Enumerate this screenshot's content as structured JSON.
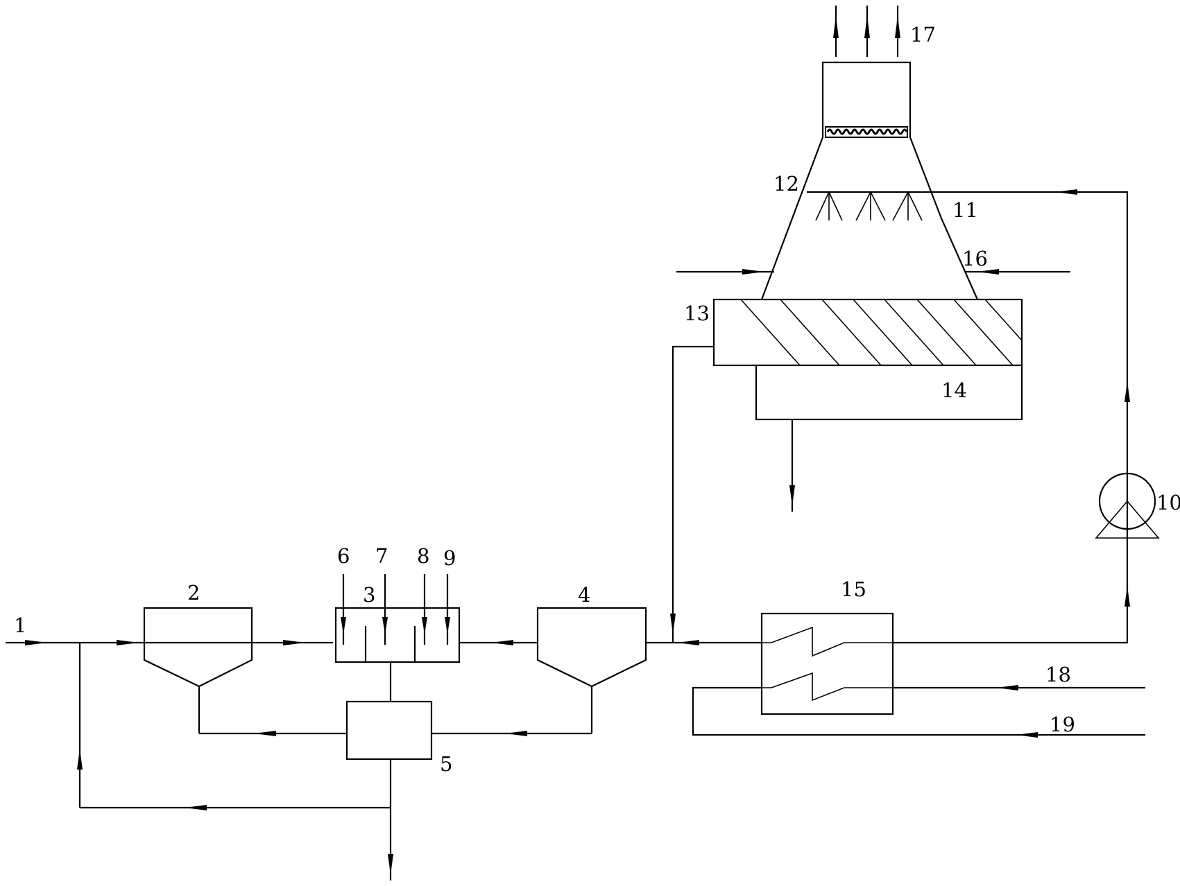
{
  "labels": {
    "l1": "1",
    "l2": "2",
    "l3": "3",
    "l4": "4",
    "l5": "5",
    "l6": "6",
    "l7": "7",
    "l8": "8",
    "l9": "9",
    "l10": "10",
    "l11": "11",
    "l12": "12",
    "l13": "13",
    "l14": "14",
    "l15": "15",
    "l16": "16",
    "l17": "17",
    "l18": "18",
    "l19": "19"
  }
}
